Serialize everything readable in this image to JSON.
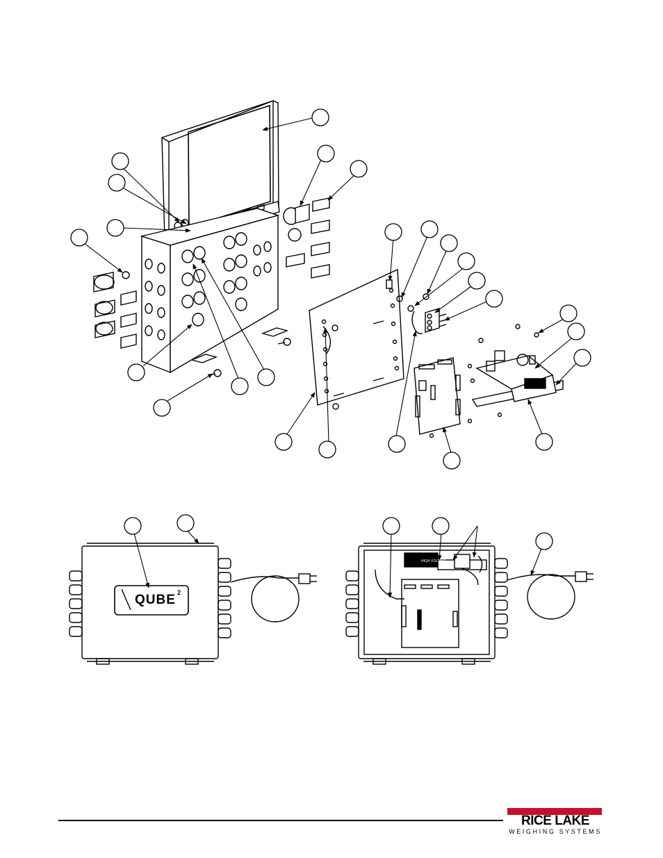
{
  "figure": {
    "logo_text": "QUBE",
    "logo_superscript": "2",
    "sticker_warning_text": "HIGH VOLTAGE"
  },
  "footer": {
    "brand_name": "RICE LAKE",
    "brand_tagline": "WEIGHING SYSTEMS",
    "brand_color": "#c8102e"
  }
}
